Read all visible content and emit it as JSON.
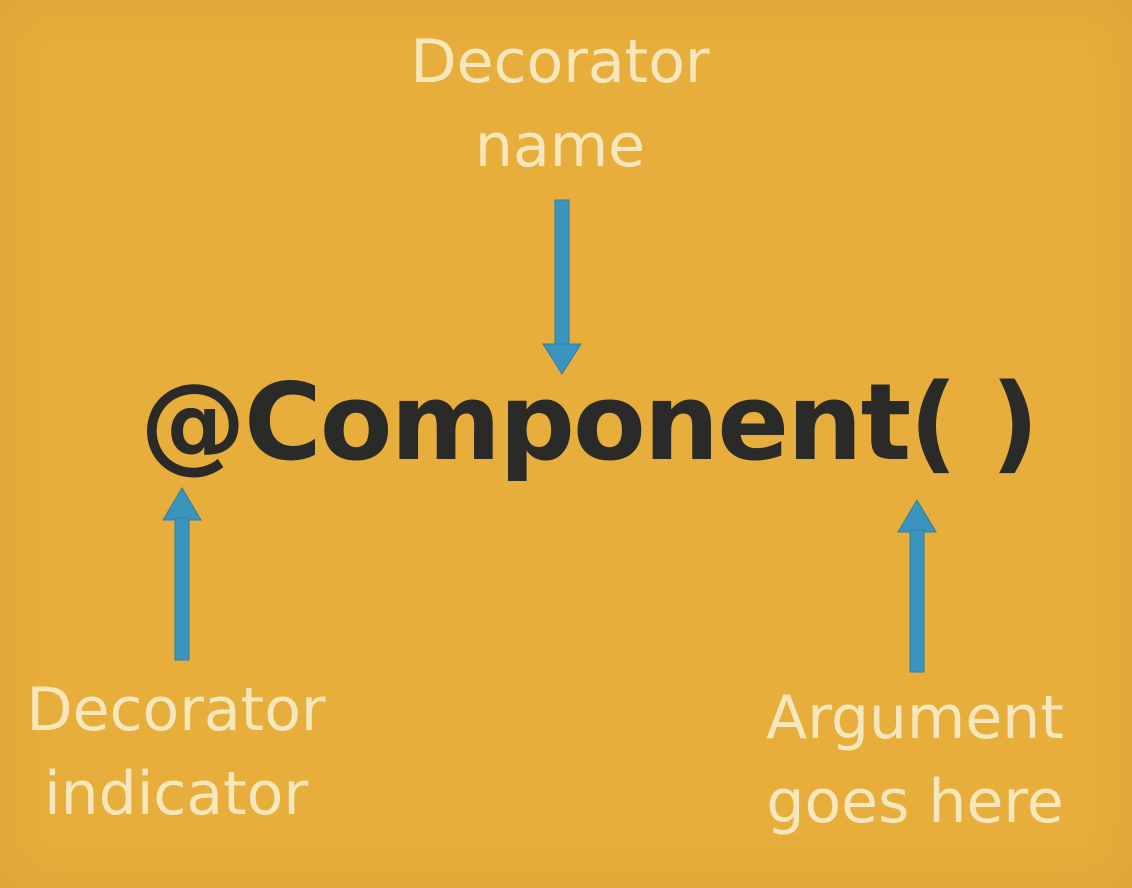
{
  "code": "@Component( )",
  "labels": {
    "decorator_name": [
      "Decorator",
      "name"
    ],
    "decorator_indicator": [
      "Decorator",
      "indicator"
    ],
    "argument": [
      "Argument",
      "goes here"
    ]
  },
  "colors": {
    "background": "#e8ae3b",
    "label_text": "#f6e7bc",
    "code_text": "#2a2a28",
    "arrow": "#3b94bd"
  }
}
